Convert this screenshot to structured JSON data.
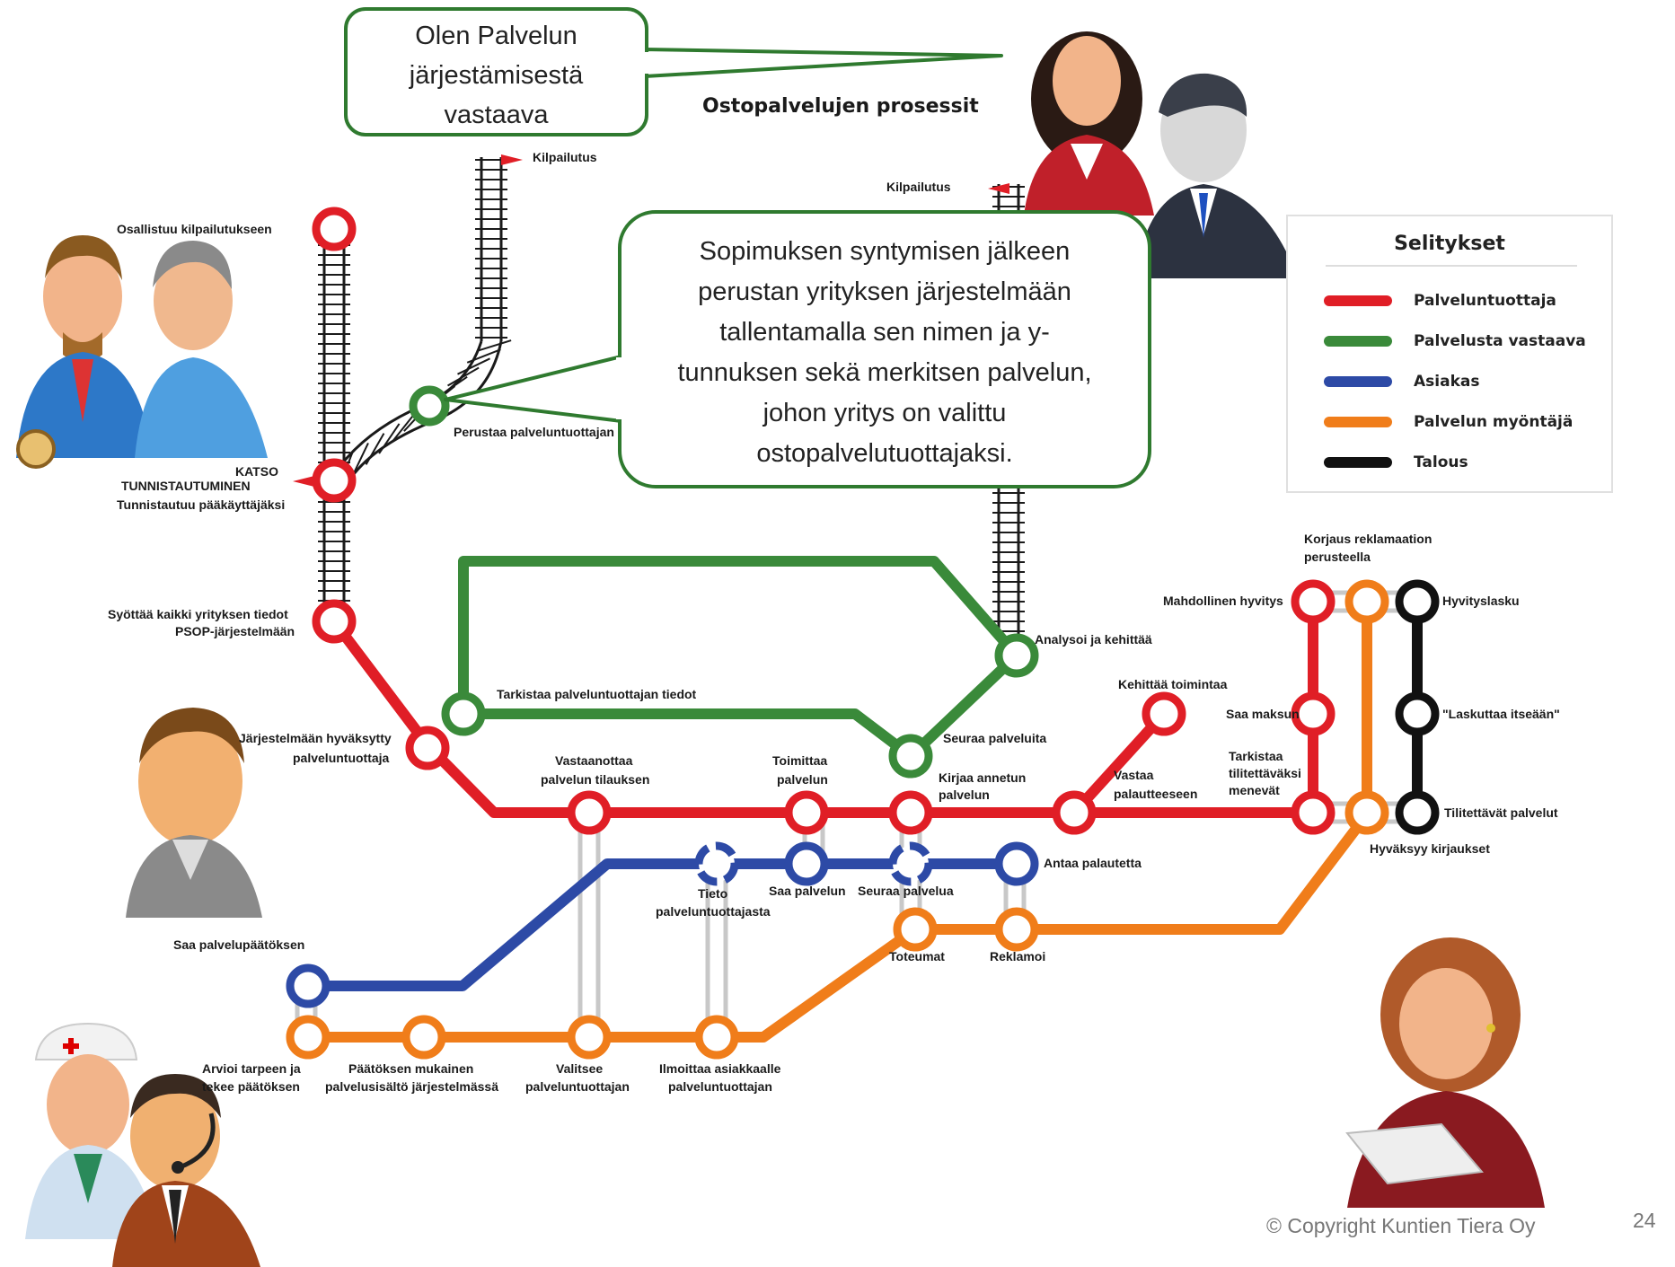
{
  "title": "Ostopalvelujen prosessit",
  "callout_top": "Olen Palvelun järjestämisestä vastaava",
  "callout_middle": "Sopimuksen syntymisen jälkeen perustan yrityksen järjestelmään tallentamalla sen nimen ja y-tunnuksen sekä merkitsen palvelun, johon yritys on valittu ostopalvelutuottajaksi.",
  "legend": {
    "title": "Selitykset",
    "items": [
      {
        "label": "Palveluntuottaja",
        "color": "#e01e26"
      },
      {
        "label": "Palvelusta vastaava",
        "color": "#3a8a3a"
      },
      {
        "label": "Asiakas",
        "color": "#2d4aa6"
      },
      {
        "label": "Palvelun myöntäjä",
        "color": "#f07d1a"
      },
      {
        "label": "Talous",
        "color": "#111111"
      }
    ]
  },
  "labels": {
    "kilpailutus_1": "Kilpailutus",
    "kilpailutus_2": "Kilpailutus",
    "osallistuu": "Osallistuu kilpailutukseen",
    "katso": "KATSO",
    "tunnistautuminen": "TUNNISTAUTUMINEN",
    "tunnistautuu": "Tunnistautuu pääkäyttäjäksi",
    "perustaa": "Perustaa palveluntuottajan",
    "syottaa_1": "Syöttää kaikki yrityksen tiedot",
    "syottaa_2": "PSOP-järjestelmään",
    "jarjestelmaan_1": "Järjestelmään hyväksytty",
    "jarjestelmaan_2": "palveluntuottaja",
    "tarkistaa_tiedot": "Tarkistaa palveluntuottajan tiedot",
    "analysoi": "Analysoi ja kehittää",
    "seuraa_palveluita": "Seuraa palveluita",
    "kirjaa_1": "Kirjaa annetun",
    "kirjaa_2": "palvelun",
    "vastaanottaa_1": "Vastaanottaa",
    "vastaanottaa_2": "palvelun tilauksen",
    "toimittaa_1": "Toimittaa",
    "toimittaa_2": "palvelun",
    "kehittaa": "Kehittää toimintaa",
    "vastaa_1": "Vastaa",
    "vastaa_2": "palautteeseen",
    "korjaus_1": "Korjaus reklamaation",
    "korjaus_2": "perusteella",
    "mahdollinen": "Mahdollinen hyvitys",
    "hyvityslasku": "Hyvityslasku",
    "saa_maksun": "Saa maksun",
    "laskuttaa": "\"Laskuttaa itseään\"",
    "tarkistaa_tilit_1": "Tarkistaa",
    "tarkistaa_tilit_2": "tilitettäväksi",
    "tarkistaa_tilit_3": "menevät",
    "tilitettavat": "Tilitettävät palvelut",
    "hyvaksyy": "Hyväksyy kirjaukset",
    "antaa": "Antaa palautetta",
    "saa_palvelun": "Saa palvelun",
    "seuraa_palvelua": "Seuraa palvelua",
    "tieto_1": "Tieto",
    "tieto_2": "palveluntuottajasta",
    "saa_paatos": "Saa palvelupäätöksen",
    "toteumat": "Toteumat",
    "reklamoi": "Reklamoi",
    "arvioi_1": "Arvioi tarpeen ja",
    "arvioi_2": "tekee päätöksen",
    "paatoksen_1": "Päätöksen mukainen",
    "paatoksen_2": "palvelusisältö järjestelmässä",
    "valitsee_1": "Valitsee",
    "valitsee_2": "palveluntuottajan",
    "ilmoittaa_1": "Ilmoittaa asiakkaalle",
    "ilmoittaa_2": "palveluntuottajan"
  },
  "footer": {
    "copyright": "© Copyright Kuntien Tiera Oy",
    "page": "24"
  }
}
